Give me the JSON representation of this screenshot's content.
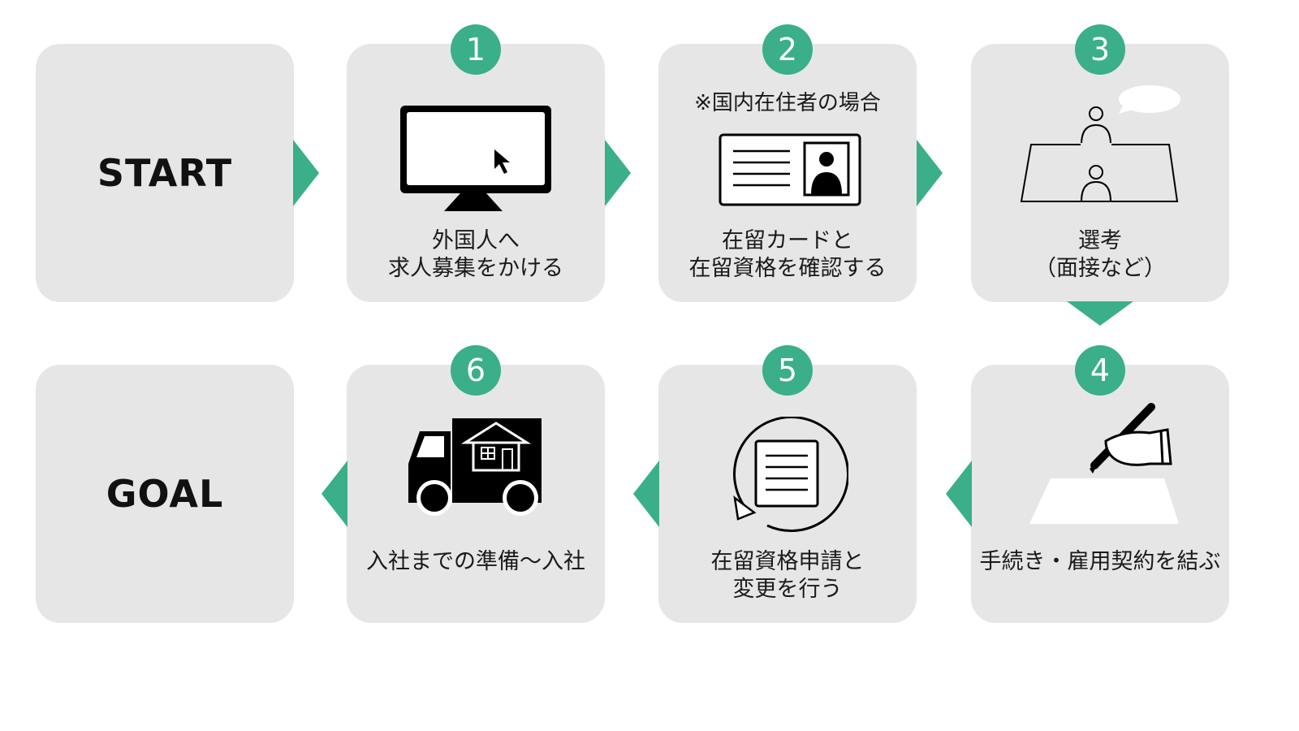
{
  "flow": {
    "start_label": "START",
    "goal_label": "GOAL",
    "accent_color": "#3aaf8a",
    "card_color": "#e6e6e6",
    "steps": [
      {
        "number": "1",
        "label_line1": "外国人へ",
        "label_line2": "求人募集をかける",
        "icon": "computer-monitor-icon"
      },
      {
        "number": "2",
        "note": "※国内在住者の場合",
        "label_line1": "在留カードと",
        "label_line2": "在留資格を確認する",
        "icon": "id-card-icon"
      },
      {
        "number": "3",
        "label_line1": "選考",
        "label_line2": "（面接など）",
        "icon": "interview-icon"
      },
      {
        "number": "4",
        "label_line1": "手続き・雇用契約を結ぶ",
        "icon": "signing-contract-icon"
      },
      {
        "number": "5",
        "label_line1": "在留資格申請と",
        "label_line2": "変更を行う",
        "icon": "document-renewal-icon"
      },
      {
        "number": "6",
        "label_line1": "入社までの準備〜入社",
        "icon": "moving-truck-icon"
      }
    ]
  }
}
